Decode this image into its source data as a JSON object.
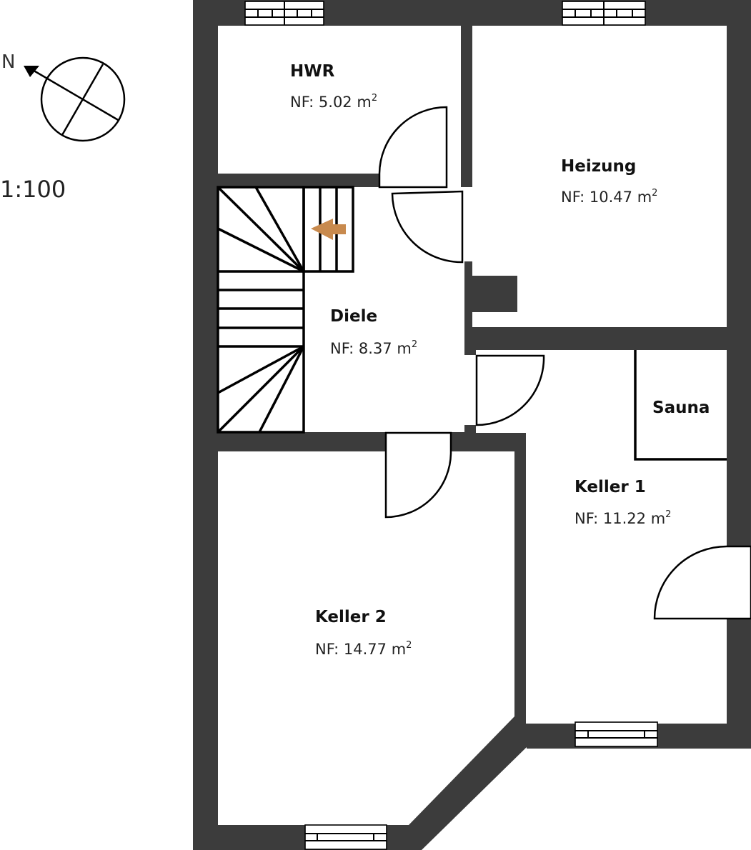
{
  "legend": {
    "north_label": "N",
    "scale": "1:100",
    "north_icon": "compass-north-arrow-icon"
  },
  "colors": {
    "wall": "#3c3c3c",
    "stair_arrow": "#c88a4e",
    "background": "#ffffff"
  },
  "rooms": {
    "hwr": {
      "name": "HWR",
      "area_prefix": "NF: 5.02 m",
      "area_sup": "2"
    },
    "heizung": {
      "name": "Heizung",
      "area_prefix": "NF: 10.47 m",
      "area_sup": "2"
    },
    "diele": {
      "name": "Diele",
      "area_prefix": "NF: 8.37 m",
      "area_sup": "2"
    },
    "sauna": {
      "name": "Sauna"
    },
    "keller1": {
      "name": "Keller 1",
      "area_prefix": "NF: 11.22 m",
      "area_sup": "2"
    },
    "keller2": {
      "name": "Keller 2",
      "area_prefix": "NF: 14.77 m",
      "area_sup": "2"
    }
  }
}
